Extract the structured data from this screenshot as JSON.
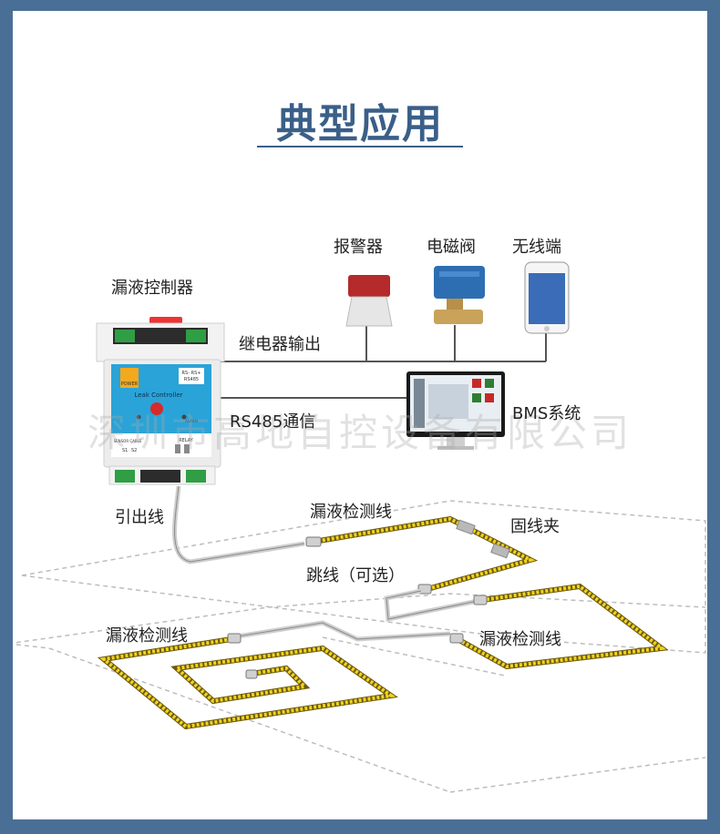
{
  "title": "典型应用",
  "watermark": "深圳市高地自控设备有限公司",
  "controller": {
    "label": "漏液控制器",
    "power": "POWER",
    "ports": "RS- RS+",
    "rs485": "RS485",
    "name": "Leak Controller",
    "alarm": "ALARM",
    "sensor_cable": "SENSOR CABLE",
    "s1": "S1",
    "s2": "S2",
    "relay": "RELAY"
  },
  "devices": {
    "alarm": "报警器",
    "valve": "电磁阀",
    "wireless": "无线端",
    "bms": "BMS系统"
  },
  "connections": {
    "relay_output": "继电器输出",
    "rs485": "RS485通信",
    "lead_wire": "引出线"
  },
  "cables": {
    "sensor_top": "漏液检测线",
    "clamp": "固线夹",
    "jumper": "跳线（可选）",
    "sensor_left": "漏液检测线",
    "sensor_right": "漏液检测线"
  },
  "colors": {
    "title": "#3a5f88",
    "frame": "#4a6f96",
    "cable": "#f2d21c",
    "controller": "#2aa3d8"
  }
}
